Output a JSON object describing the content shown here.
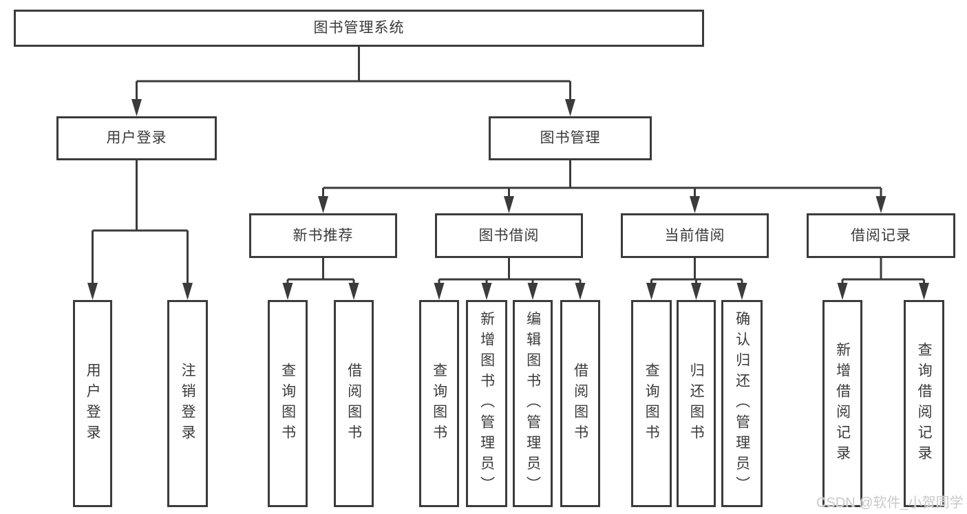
{
  "diagram": {
    "root": {
      "label": "图书管理系统"
    },
    "level1": [
      {
        "label": "用户登录",
        "children": [
          {
            "label": "用户登录"
          },
          {
            "label": "注销登录"
          }
        ]
      },
      {
        "label": "图书管理",
        "children": [
          {
            "label": "新书推荐",
            "children": [
              {
                "label": "查询图书"
              },
              {
                "label": "借阅图书"
              }
            ]
          },
          {
            "label": "图书借阅",
            "children": [
              {
                "label": "查询图书"
              },
              {
                "label": "新增图书（管理员）"
              },
              {
                "label": "编辑图书（管理员）"
              },
              {
                "label": "借阅图书"
              }
            ]
          },
          {
            "label": "当前借阅",
            "children": [
              {
                "label": "查询图书"
              },
              {
                "label": "归还图书"
              },
              {
                "label": "确认归还（管理员）"
              }
            ]
          },
          {
            "label": "借阅记录",
            "children": [
              {
                "label": "新增借阅记录"
              },
              {
                "label": "查询借阅记录"
              }
            ]
          }
        ]
      }
    ],
    "watermark": "CSDN @软件_小贺同学",
    "colors": {
      "border": "#3b3b3b",
      "text": "#3a3a3a",
      "background": "#ffffff",
      "watermark": "#c9c9c9"
    }
  }
}
